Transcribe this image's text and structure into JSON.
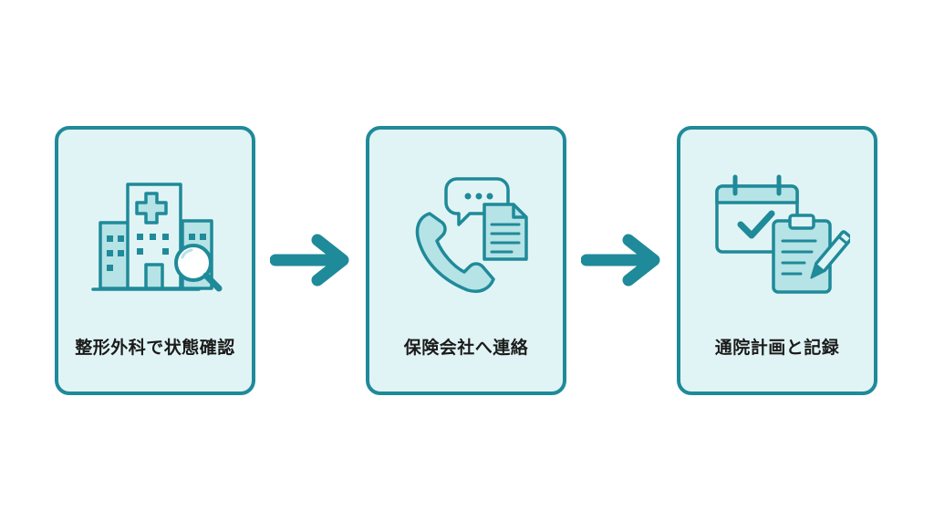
{
  "steps": [
    {
      "label": "整形外科で状態確認",
      "icon": "hospital-search-icon"
    },
    {
      "label": "保険会社へ連絡",
      "icon": "phone-chat-document-icon"
    },
    {
      "label": "通院計画と記録",
      "icon": "calendar-clipboard-icon"
    }
  ],
  "connectors": [
    "arrow-right-icon",
    "arrow-right-icon"
  ],
  "colors": {
    "accent": "#1f8a99",
    "card_fill": "#e1f4f5",
    "icon_fill": "#b6e3e6",
    "text": "#1b1b1b"
  }
}
